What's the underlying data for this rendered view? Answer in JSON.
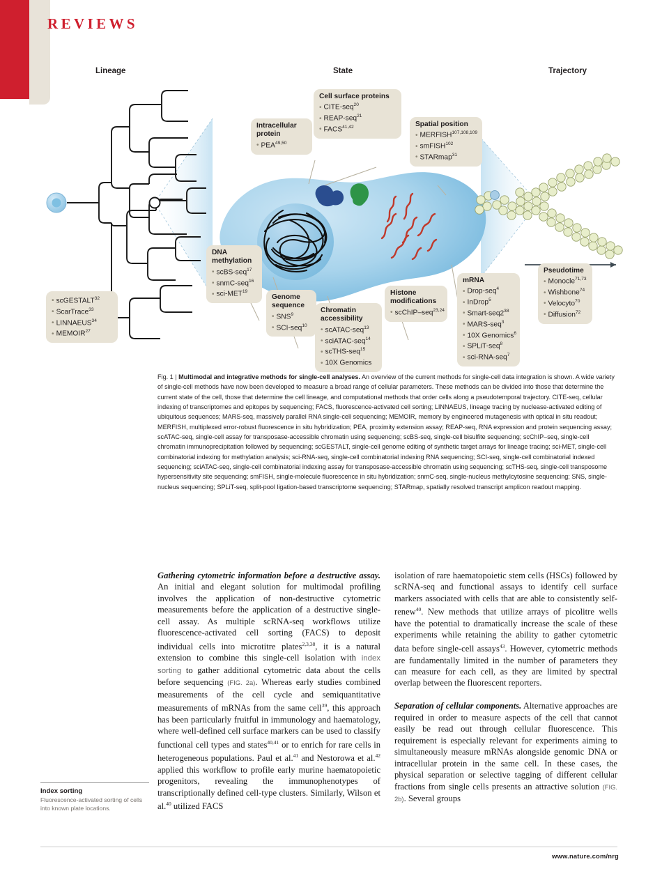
{
  "page": {
    "section_label": "REVIEWS",
    "footer_url": "www.nature.com/nrg",
    "accent_red": "#cf1f2e",
    "callout_bg": "#e8e3d6"
  },
  "figure": {
    "columns": [
      {
        "label": "Lineage"
      },
      {
        "label": "State"
      },
      {
        "label": "Trajectory"
      }
    ],
    "lineage_methods": {
      "items": [
        "scGESTALT",
        "ScarTrace",
        "LINNAEUS",
        "MEMOIR"
      ],
      "refs": [
        "32",
        "33",
        "34",
        "27"
      ]
    },
    "callouts": [
      {
        "name": "intracellular-protein",
        "title": "Intracellular protein",
        "items": [
          {
            "label": "PEA",
            "ref": "49,50"
          }
        ]
      },
      {
        "name": "cell-surface-proteins",
        "title": "Cell surface proteins",
        "items": [
          {
            "label": "CITE-seq",
            "ref": "20"
          },
          {
            "label": "REAP-seq",
            "ref": "21"
          },
          {
            "label": "FACS",
            "ref": "41,42"
          }
        ]
      },
      {
        "name": "spatial-position",
        "title": "Spatial position",
        "items": [
          {
            "label": "MERFISH",
            "ref": "107,108,109"
          },
          {
            "label": "smFISH",
            "ref": "102"
          },
          {
            "label": "STARmap",
            "ref": "31"
          }
        ]
      },
      {
        "name": "dna-methylation",
        "title": "DNA methylation",
        "items": [
          {
            "label": "scBS-seq",
            "ref": "17"
          },
          {
            "label": "snmC-seq",
            "ref": "16"
          },
          {
            "label": "sci-MET",
            "ref": "19"
          }
        ]
      },
      {
        "name": "genome-sequence",
        "title": "Genome sequence",
        "items": [
          {
            "label": "SNS",
            "ref": "9"
          },
          {
            "label": "SCI-seq",
            "ref": "10"
          }
        ]
      },
      {
        "name": "chromatin-accessibility",
        "title": "Chromatin accessibility",
        "items": [
          {
            "label": "scATAC-seq",
            "ref": "13"
          },
          {
            "label": "sciATAC-seq",
            "ref": "14"
          },
          {
            "label": "scTHS-seq",
            "ref": "15"
          },
          {
            "label": "10X Genomics",
            "ref": ""
          }
        ]
      },
      {
        "name": "histone-modifications",
        "title": "Histone modifications",
        "items": [
          {
            "label": "scChIP–seq",
            "ref": "23,24"
          }
        ]
      },
      {
        "name": "mrna",
        "title": "mRNA",
        "items": [
          {
            "label": "Drop-seq",
            "ref": "4"
          },
          {
            "label": "InDrop",
            "ref": "5"
          },
          {
            "label": "Smart-seq2",
            "ref": "38"
          },
          {
            "label": "MARS-seq",
            "ref": "3"
          },
          {
            "label": "10X Genomics",
            "ref": "6"
          },
          {
            "label": "SPLiT-seq",
            "ref": "8"
          },
          {
            "label": "sci-RNA-seq",
            "ref": "7"
          }
        ]
      },
      {
        "name": "pseudotime",
        "title": "Pseudotime",
        "items": [
          {
            "label": "Monocle",
            "ref": "71,73"
          },
          {
            "label": "Wishbone",
            "ref": "74"
          },
          {
            "label": "Velocyto",
            "ref": "70"
          },
          {
            "label": "Diffusion",
            "ref": "72"
          }
        ]
      }
    ]
  },
  "caption": {
    "fig_number": "Fig. 1 |",
    "title": "Multimodal and integrative methods for single-cell analyses.",
    "body": " An overview of the current methods for single-cell data integration is shown. A wide variety of single-cell methods have now been developed to measure a broad range of cellular parameters. These methods can be divided into those that determine the current state of the cell, those that determine the cell lineage, and computational methods that order cells along a pseudotemporal trajectory. CITE-seq, cellular indexing of transcriptomes and epitopes by sequencing; FACS, fluorescence-activated cell sorting; LINNAEUS, lineage tracing by nuclease-activated editing of ubiquitous sequences; MARS-seq, massively parallel RNA single-cell sequencing; MEMOIR, memory by engineered mutagenesis with optical in situ readout; MERFISH, multiplexed error-robust fluorescence in situ hybridization; PEA, proximity extension assay; REAP-seq, RNA expression and protein sequencing assay; scATAC-seq, single-cell assay for transposase-accessible chromatin using sequencing; scBS-seq, single-cell bisulfite sequencing; scChIP–seq, single-cell chromatin immunoprecipitation followed by sequencing; scGESTALT, single-cell genome editing of synthetic target arrays for lineage tracing; sci-MET, single-cell combinatorial indexing for methylation analysis; sci-RNA-seq, single-cell combinatorial indexing RNA sequencing; SCI-seq, single-cell combinatorial indexed sequencing; sciATAC-seq, single-cell combinatorial indexing assay for transposase-accessible chromatin using sequencing; scTHS-seq, single-cell transposome hypersensitivity site sequencing; smFISH, single-molecule fluorescence in situ hybridization; snmC-seq, single-nucleus methylcytosine sequencing; SNS, single-nucleus sequencing; SPLiT-seq, split-pool ligation-based transcriptome sequencing; STARmap, spatially resolved transcript amplicon readout mapping."
  },
  "body": {
    "left": {
      "heading": "Gathering cytometric information before a destructive assay.",
      "p1_a": " An initial and elegant solution for multimodal profiling involves the application of non-destructive cytometric measurements before the application of a destructive single-cell assay. As multiple scRNA-seq workflows utilize fluorescence-activated cell sorting (FACS) to deposit individual cells into microtitre plates",
      "p1_ref1": "2,3,38",
      "p1_b": ", it is a natural extension to combine this single-cell isolation with ",
      "p1_gloss": "index sorting",
      "p1_c": " to gather additional cytometric data about the cells before sequencing ",
      "p1_figref": "(FIG. 2a)",
      "p1_d": ". Whereas early studies combined measurements of the cell cycle and semiquantitative measurements of mRNAs from the same cell",
      "p1_ref2": "39",
      "p1_e": ", this approach has been particularly fruitful in immunology and haematology, where well-defined cell surface markers can be used to classify functional cell types and states",
      "p1_ref3": "40,41",
      "p1_f": " or to enrich for rare cells in heterogeneous populations. Paul et al.",
      "p1_ref4": "41",
      "p1_g": " and Nestorowa et al.",
      "p1_ref5": "42",
      "p1_h": " applied this workflow to profile early murine haematopoietic progenitors, revealing the immunophenotypes of transcriptionally defined cell-type clusters. Similarly, Wilson et al.",
      "p1_ref6": "40",
      "p1_i": " utilized FACS"
    },
    "right": {
      "p1_a": "isolation of rare haematopoietic stem cells (HSCs) followed by scRNA-seq and functional assays to identify cell surface markers associated with cells that are able to consistently self-renew",
      "p1_ref1": "40",
      "p1_b": ". New methods that utilize arrays of picolitre wells have the potential to dramatically increase the scale of these experiments while retaining the ability to gather cytometric data before single-cell assays",
      "p1_ref2": "43",
      "p1_c": ". However, cytometric methods are fundamentally limited in the number of parameters they can measure for each cell, as they are limited by spectral overlap between the fluorescent reporters.",
      "heading": "Separation of cellular components.",
      "p2_a": " Alternative approaches are required in order to measure aspects of the cell that cannot easily be read out through cellular fluorescence. This requirement is especially relevant for experiments aiming to simultaneously measure mRNAs alongside genomic DNA or intracellular protein in the same cell. In these cases, the physical separation or selective tagging of different cellular fractions from single cells presents an attractive solution ",
      "p2_figref": "(FIG. 2b)",
      "p2_b": ". Several groups"
    }
  },
  "glossary": {
    "term": "Index sorting",
    "definition": "Fluorescence-activated sorting of cells into known plate locations."
  }
}
